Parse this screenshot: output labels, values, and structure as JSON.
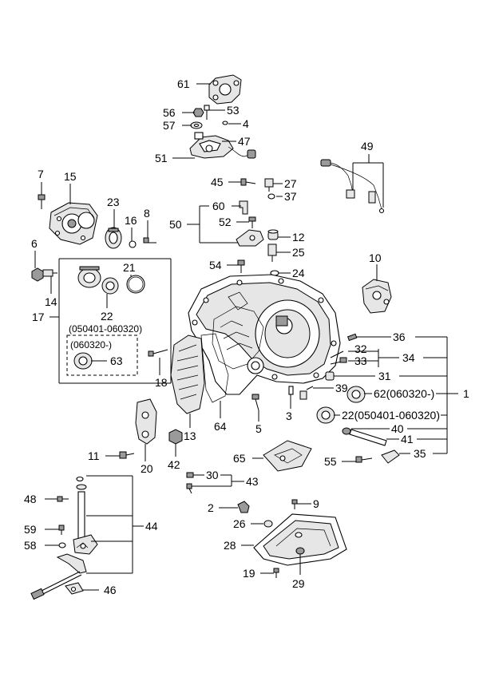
{
  "callouts": {
    "c61": "61",
    "c56": "56",
    "c53": "53",
    "c57": "57",
    "c4": "4",
    "c47": "47",
    "c51": "51",
    "c49": "49",
    "c7": "7",
    "c15": "15",
    "c23": "23",
    "c8": "8",
    "c16": "16",
    "c45": "45",
    "c27": "27",
    "c37": "37",
    "c60": "60",
    "c50": "50",
    "c52": "52",
    "c12": "12",
    "c25": "25",
    "c6": "6",
    "c14": "14",
    "c21": "21",
    "c22a": "22",
    "c17": "17",
    "note_050401": "(050401-060320)",
    "note_060320": "(060320-)",
    "c63": "63",
    "c54": "54",
    "c24": "24",
    "c10": "10",
    "c36": "36",
    "c32": "32",
    "c34": "34",
    "c33": "33",
    "c31": "31",
    "c39": "39",
    "c62": "62(060320-)",
    "c1": "1",
    "c22b": "22(050401-060320)",
    "c18": "18",
    "c64": "64",
    "c5": "5",
    "c3": "3",
    "c13": "13",
    "c40": "40",
    "c41": "41",
    "c35": "35",
    "c11": "11",
    "c20": "20",
    "c42": "42",
    "c65": "65",
    "c55": "55",
    "c30": "30",
    "c43": "43",
    "c48": "48",
    "c2": "2",
    "c9": "9",
    "c44": "44",
    "c26": "26",
    "c59": "59",
    "c58": "58",
    "c28": "28",
    "c19": "19",
    "c29": "29",
    "c46": "46"
  },
  "colors": {
    "line": "#000000",
    "background": "#ffffff",
    "shade": "#9a9a9a"
  }
}
